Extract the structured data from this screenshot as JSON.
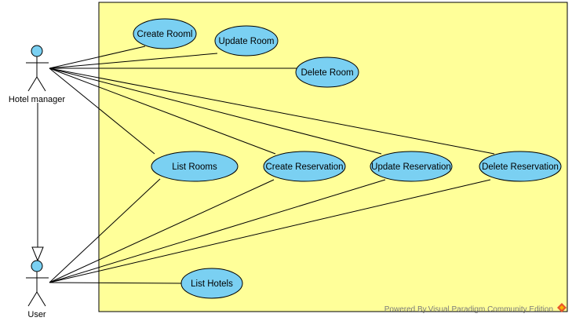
{
  "colors": {
    "boundary_fill": "#ffff99",
    "usecase_fill": "#7ad0f2",
    "actor_head": "#7ad0f2",
    "line": "#000000"
  },
  "actors": {
    "manager": "Hotel manager",
    "user": "User"
  },
  "use_cases": {
    "create_room": "Create Rooml",
    "update_room": "Update Room",
    "delete_room": "Delete Room",
    "list_rooms": "List Rooms",
    "create_reservation": "Create Reservation",
    "update_reservation": "Update Reservation",
    "delete_reservation": "Delete Reservation",
    "list_hotels": "List Hotels"
  },
  "watermark": {
    "text": "Powered By Visual Paradigm Community Edition",
    "logo": "visual-paradigm-logo-icon"
  }
}
